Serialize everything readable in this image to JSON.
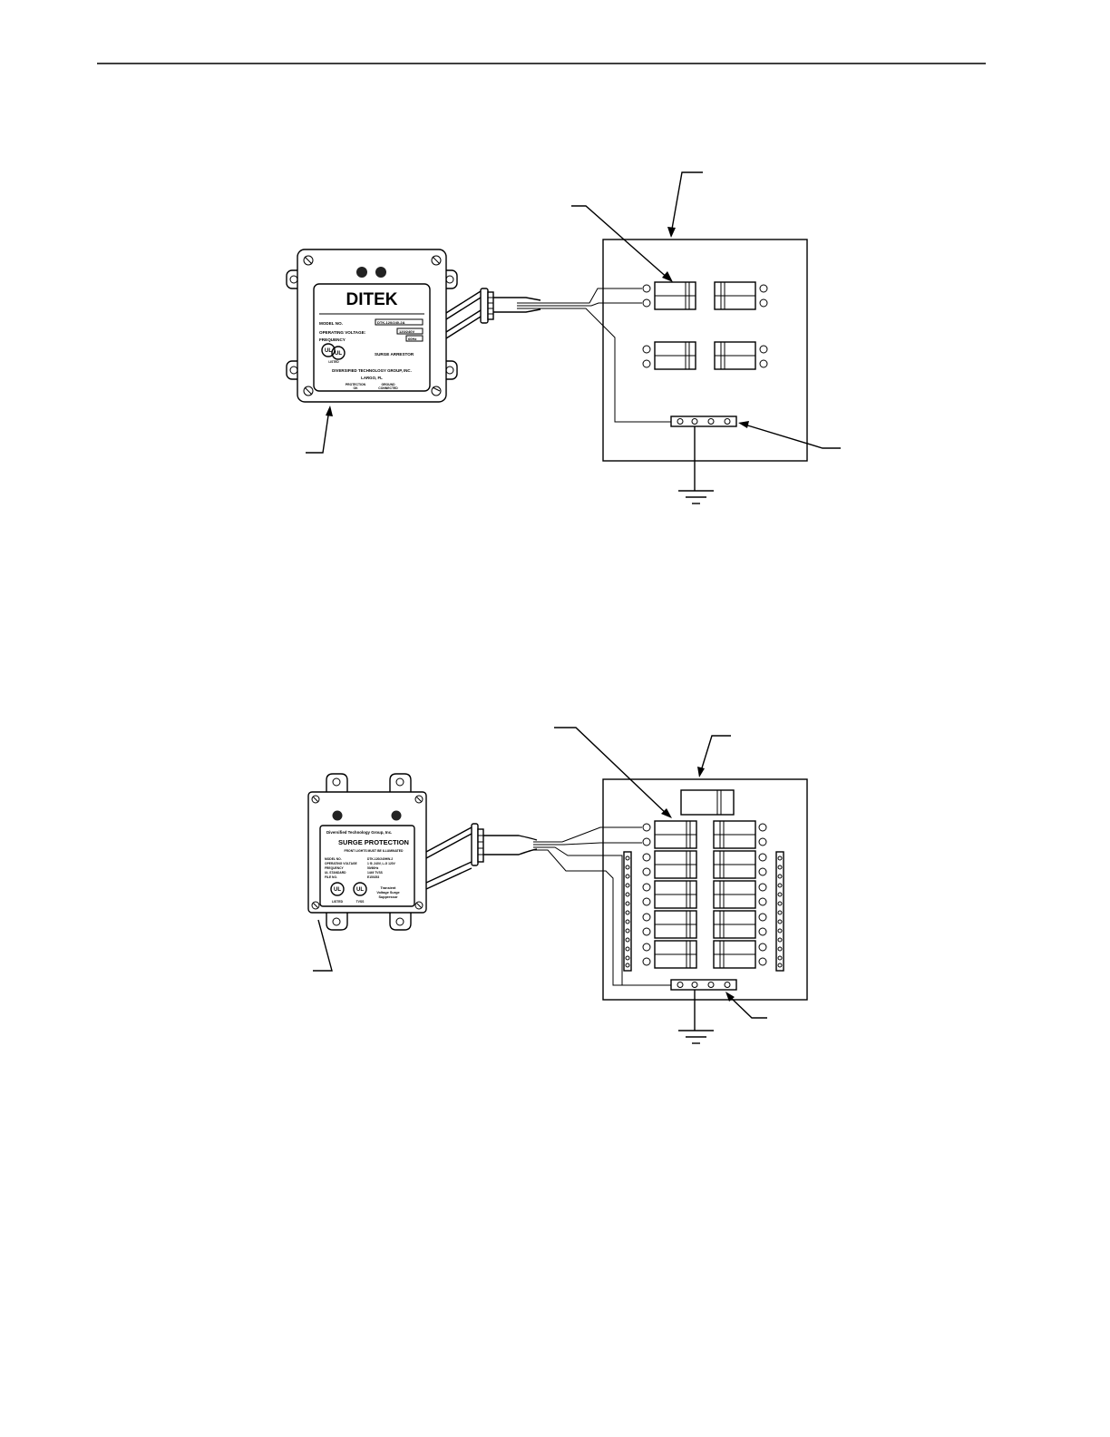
{
  "figure1": {
    "device": {
      "brand": "DITEK",
      "model_label": "MODEL NO.",
      "voltage_label": "OPERATING VOLTAGE:",
      "frequency_label": "FREQUENCY",
      "model_value": "DTK-120/240-2A",
      "voltage_value": "120/240V",
      "frequency_value": "60Hz",
      "type_text": "SURGE ARRESTOR",
      "ul_mark": "UL",
      "ul_listed": "LISTED",
      "company": "DIVERSIFIED TECHNOLOGY GROUP, INC.",
      "location": "LARGO, FL",
      "indicator_left": "PROTECTION",
      "indicator_left_sub": "OK",
      "indicator_right": "GROUND",
      "indicator_right_sub": "CONNECTED"
    }
  },
  "figure2": {
    "device": {
      "company": "Diversified Technology Group, Inc.",
      "title": "SURGE PROTECTION",
      "subtitle": "FRONT LIGHTS MUST BE ILLUMINATED",
      "spec_labels": [
        "MODEL NO.",
        "OPERATING VOLTAGE",
        "FREQUENCY",
        "UL STANDARD",
        "FILE NO."
      ],
      "spec_values": [
        "DTK-120/240HW-2",
        "1 Φ, 240V, L-G 120V",
        "50/60Hz",
        "1449 TVSS",
        "E150253"
      ],
      "ul_mark": "UL",
      "listed_text": "LISTED",
      "type_label": "TVSS",
      "type_line1": "Transient",
      "type_line2": "Voltage Surge",
      "type_line3": "Suppressor"
    }
  }
}
